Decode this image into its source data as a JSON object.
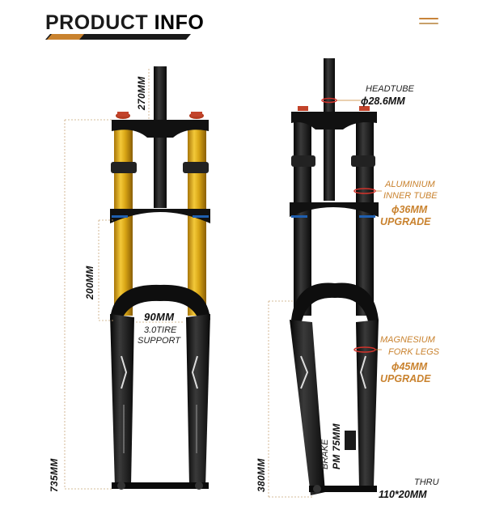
{
  "header": {
    "title_light": "PRODUCT ",
    "title_bold": "INFO"
  },
  "left_fork": {
    "steerer_length": "270MM",
    "travel": "200MM",
    "total_length": "735MM",
    "tire_clearance": "90MM",
    "tire_support_line1": "3.0TIRE",
    "tire_support_line2": "SUPPORT"
  },
  "right_fork": {
    "headtube_label": "HEADTUBE",
    "headtube_value": "ϕ28.6MM",
    "inner_tube_line1": "ALUMINIUM",
    "inner_tube_line2": "INNER TUBE",
    "inner_tube_value": "ϕ36MM",
    "inner_tube_upgrade": "UPGRADE",
    "fork_legs_line1": "MAGNESIUM",
    "fork_legs_line2": "FORK LEGS",
    "fork_legs_value": "ϕ45MM",
    "fork_legs_upgrade": "UPGRADE",
    "brake_label": "BRAKE",
    "brake_value": "PM 75MM",
    "axle_to_crown": "380MM",
    "thru_label": "THRU",
    "thru_value": "110*20MM"
  },
  "colors": {
    "accent": "#c9822e",
    "stanchion_gold": "#d6a417",
    "fork_black": "#151515"
  },
  "icons": {
    "menu": "menu-icon"
  }
}
